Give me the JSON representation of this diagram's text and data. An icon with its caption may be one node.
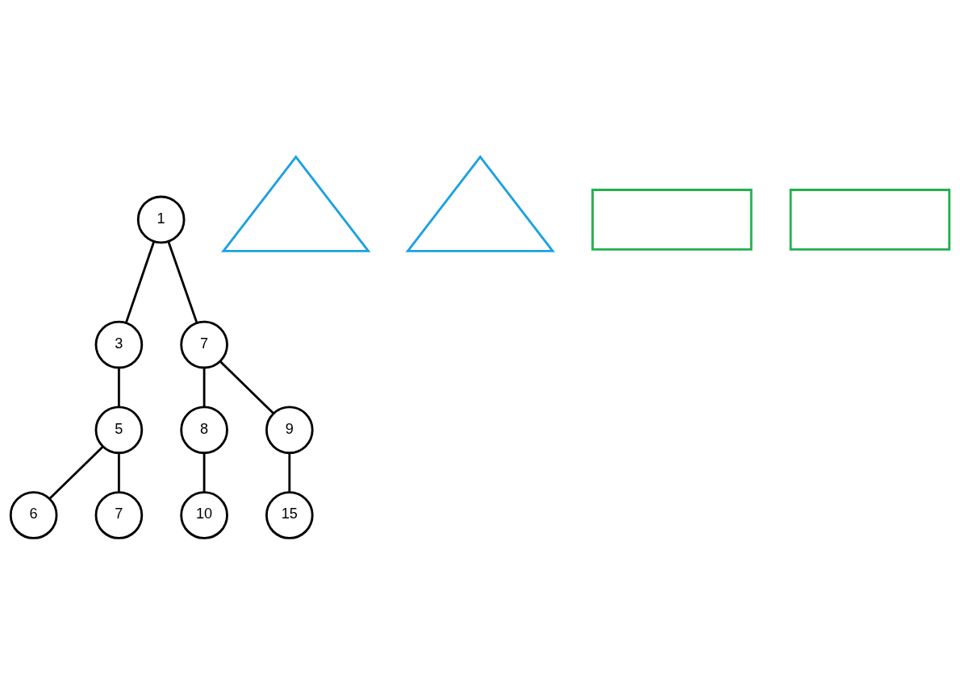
{
  "diagram": {
    "nodes": [
      {
        "text": [
          "1"
        ]
      },
      {
        "text": [
          "3"
        ]
      },
      {
        "text": [
          "7"
        ]
      },
      {
        "text": [
          "5"
        ]
      },
      {
        "text": [
          "8"
        ]
      },
      {
        "text": [
          "9"
        ]
      },
      {
        "text": [
          "6"
        ]
      },
      {
        "text": [
          "7"
        ]
      },
      {
        "text": [
          "10"
        ]
      },
      {
        "text": [
          "15"
        ]
      },
      {
        "text": [],
        "shape": "triangle"
      },
      {
        "text": [],
        "shape": "triangle"
      },
      {
        "text": [],
        "shape": "box"
      },
      {
        "text": [],
        "shape": "box"
      }
    ],
    "edges": [
      {
        "from": 0,
        "to": 1,
        "arrow": "none"
      },
      {
        "from": 0,
        "to": 2,
        "arrow": "none"
      },
      {
        "from": 1,
        "to": 3,
        "arrow": "none"
      },
      {
        "from": 2,
        "to": 4,
        "arrow": "none"
      },
      {
        "from": 2,
        "to": 5,
        "arrow": "none"
      },
      {
        "from": 3,
        "to": 6,
        "arrow": "none"
      },
      {
        "from": 3,
        "to": 7,
        "arrow": "none"
      },
      {
        "from": 4,
        "to": 8,
        "arrow": "none"
      },
      {
        "from": 5,
        "to": 9,
        "arrow": "none"
      }
    ]
  }
}
